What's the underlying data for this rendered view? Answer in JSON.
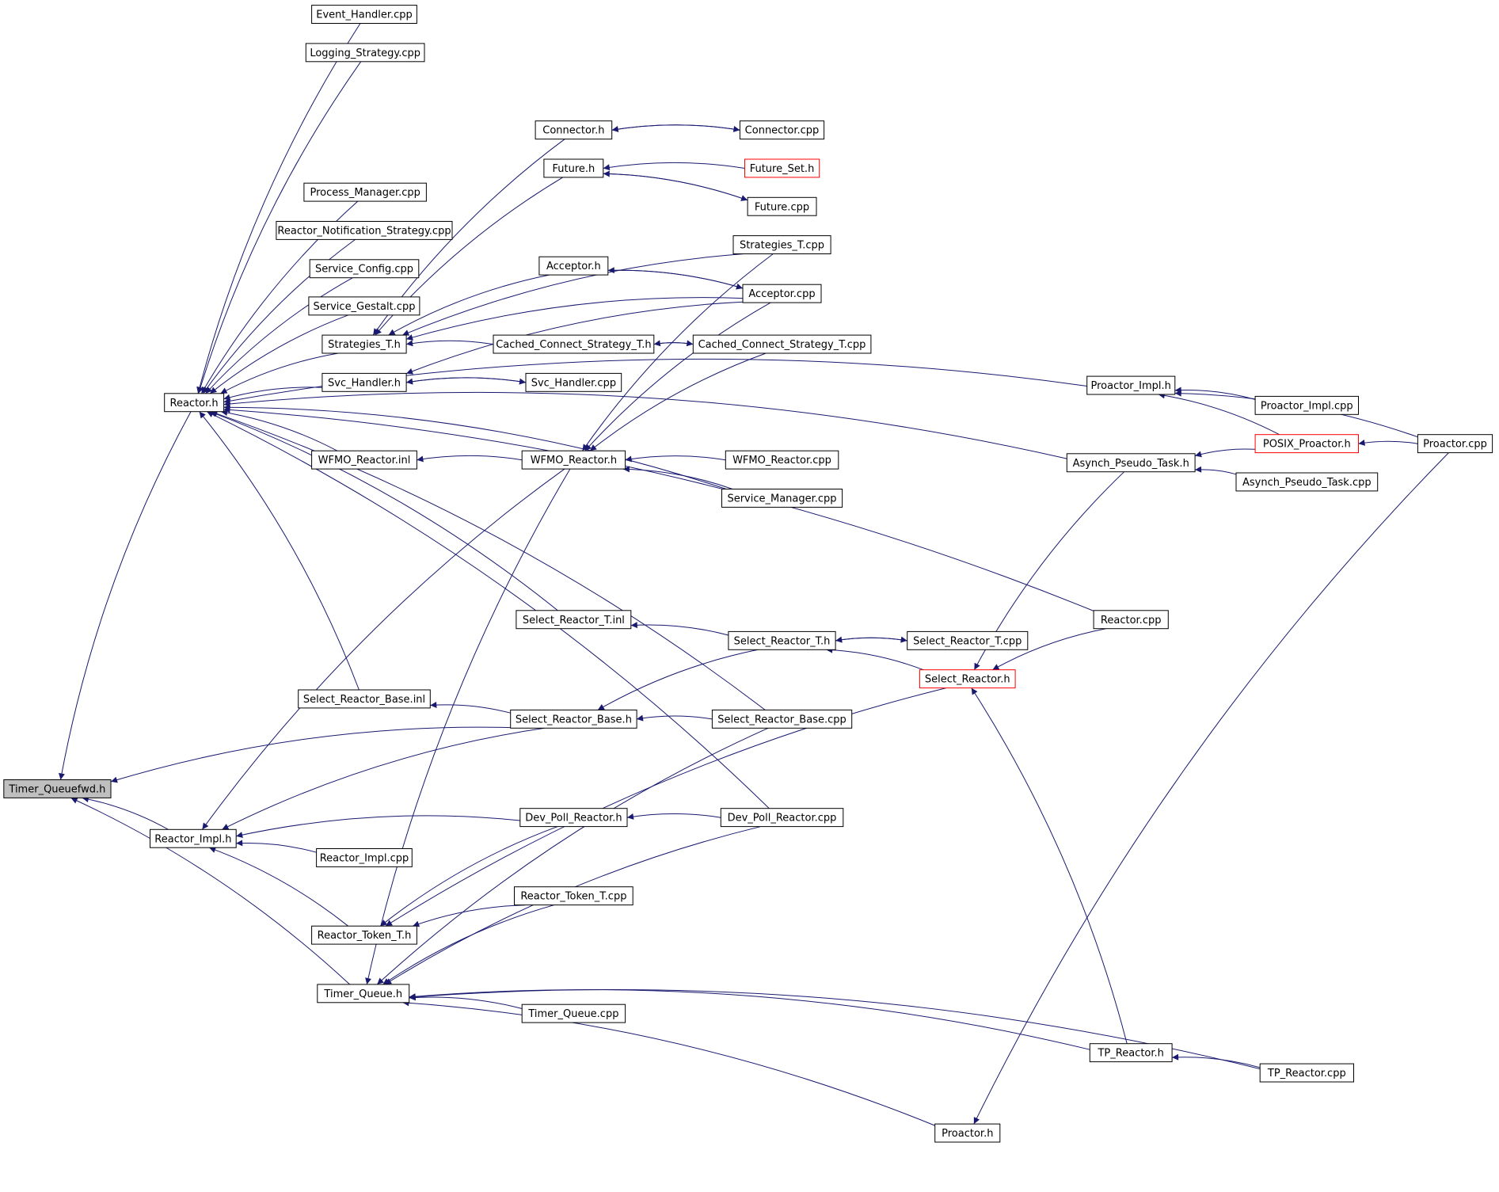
{
  "colors": {
    "edge": "#191970",
    "box": "#000000",
    "box_incomplete": "#ff0000",
    "root_fill": "#bfbfbf"
  },
  "nodes": [
    {
      "id": "timer_queuefwd_h",
      "label": "Timer_Queuefwd.h",
      "style": "root"
    },
    {
      "id": "reactor_h",
      "label": "Reactor.h"
    },
    {
      "id": "reactor_impl_h",
      "label": "Reactor_Impl.h"
    },
    {
      "id": "timer_queue_h",
      "label": "Timer_Queue.h"
    },
    {
      "id": "event_handler_cpp",
      "label": "Event_Handler.cpp"
    },
    {
      "id": "logging_strategy_cpp",
      "label": "Logging_Strategy.cpp"
    },
    {
      "id": "process_manager_cpp",
      "label": "Process_Manager.cpp"
    },
    {
      "id": "reactor_notification_strategy_cpp",
      "label": "Reactor_Notification_Strategy.cpp"
    },
    {
      "id": "service_config_cpp",
      "label": "Service_Config.cpp"
    },
    {
      "id": "service_gestalt_cpp",
      "label": "Service_Gestalt.cpp"
    },
    {
      "id": "strategies_t_h",
      "label": "Strategies_T.h"
    },
    {
      "id": "svc_handler_h",
      "label": "Svc_Handler.h"
    },
    {
      "id": "wfmo_reactor_inl",
      "label": "WFMO_Reactor.inl"
    },
    {
      "id": "select_reactor_base_inl",
      "label": "Select_Reactor_Base.inl"
    },
    {
      "id": "reactor_impl_cpp",
      "label": "Reactor_Impl.cpp"
    },
    {
      "id": "reactor_token_t_h",
      "label": "Reactor_Token_T.h"
    },
    {
      "id": "connector_h",
      "label": "Connector.h"
    },
    {
      "id": "future_h",
      "label": "Future.h"
    },
    {
      "id": "acceptor_h",
      "label": "Acceptor.h"
    },
    {
      "id": "cached_connect_strategy_t_h",
      "label": "Cached_Connect_Strategy_T.h"
    },
    {
      "id": "svc_handler_cpp",
      "label": "Svc_Handler.cpp"
    },
    {
      "id": "wfmo_reactor_h",
      "label": "WFMO_Reactor.h"
    },
    {
      "id": "select_reactor_t_inl",
      "label": "Select_Reactor_T.inl"
    },
    {
      "id": "select_reactor_base_h",
      "label": "Select_Reactor_Base.h"
    },
    {
      "id": "dev_poll_reactor_h",
      "label": "Dev_Poll_Reactor.h"
    },
    {
      "id": "reactor_token_t_cpp",
      "label": "Reactor_Token_T.cpp"
    },
    {
      "id": "timer_queue_cpp",
      "label": "Timer_Queue.cpp"
    },
    {
      "id": "connector_cpp",
      "label": "Connector.cpp"
    },
    {
      "id": "future_set_h",
      "label": "Future_Set.h",
      "style": "red"
    },
    {
      "id": "future_cpp",
      "label": "Future.cpp"
    },
    {
      "id": "strategies_t_cpp",
      "label": "Strategies_T.cpp"
    },
    {
      "id": "acceptor_cpp",
      "label": "Acceptor.cpp"
    },
    {
      "id": "cached_connect_strategy_t_cpp",
      "label": "Cached_Connect_Strategy_T.cpp"
    },
    {
      "id": "wfmo_reactor_cpp",
      "label": "WFMO_Reactor.cpp"
    },
    {
      "id": "service_manager_cpp",
      "label": "Service_Manager.cpp"
    },
    {
      "id": "select_reactor_t_h",
      "label": "Select_Reactor_T.h"
    },
    {
      "id": "select_reactor_base_cpp",
      "label": "Select_Reactor_Base.cpp"
    },
    {
      "id": "dev_poll_reactor_cpp",
      "label": "Dev_Poll_Reactor.cpp"
    },
    {
      "id": "select_reactor_t_cpp",
      "label": "Select_Reactor_T.cpp"
    },
    {
      "id": "select_reactor_h",
      "label": "Select_Reactor.h",
      "style": "red"
    },
    {
      "id": "proactor_impl_h",
      "label": "Proactor_Impl.h"
    },
    {
      "id": "asynch_pseudo_task_h",
      "label": "Asynch_Pseudo_Task.h"
    },
    {
      "id": "reactor_cpp",
      "label": "Reactor.cpp"
    },
    {
      "id": "tp_reactor_h",
      "label": "TP_Reactor.h"
    },
    {
      "id": "proactor_h",
      "label": "Proactor.h"
    },
    {
      "id": "proactor_impl_cpp",
      "label": "Proactor_Impl.cpp"
    },
    {
      "id": "posix_proactor_h",
      "label": "POSIX_Proactor.h",
      "style": "red"
    },
    {
      "id": "asynch_pseudo_task_cpp",
      "label": "Asynch_Pseudo_Task.cpp"
    },
    {
      "id": "tp_reactor_cpp",
      "label": "TP_Reactor.cpp"
    },
    {
      "id": "proactor_cpp",
      "label": "Proactor.cpp"
    }
  ],
  "edges": [
    [
      "reactor_h",
      "timer_queuefwd_h"
    ],
    [
      "reactor_impl_h",
      "timer_queuefwd_h"
    ],
    [
      "timer_queue_h",
      "timer_queuefwd_h"
    ],
    [
      "select_reactor_base_h",
      "timer_queuefwd_h"
    ],
    [
      "event_handler_cpp",
      "reactor_h"
    ],
    [
      "logging_strategy_cpp",
      "reactor_h"
    ],
    [
      "process_manager_cpp",
      "reactor_h"
    ],
    [
      "reactor_notification_strategy_cpp",
      "reactor_h"
    ],
    [
      "service_config_cpp",
      "reactor_h"
    ],
    [
      "service_gestalt_cpp",
      "reactor_h"
    ],
    [
      "strategies_t_h",
      "reactor_h"
    ],
    [
      "svc_handler_h",
      "reactor_h"
    ],
    [
      "wfmo_reactor_inl",
      "reactor_h"
    ],
    [
      "select_reactor_base_inl",
      "reactor_h"
    ],
    [
      "select_reactor_t_inl",
      "reactor_h"
    ],
    [
      "proactor_impl_h",
      "reactor_h"
    ],
    [
      "asynch_pseudo_task_h",
      "reactor_h"
    ],
    [
      "service_manager_cpp",
      "reactor_h"
    ],
    [
      "reactor_cpp",
      "reactor_h"
    ],
    [
      "select_reactor_base_cpp",
      "reactor_h"
    ],
    [
      "dev_poll_reactor_cpp",
      "reactor_h"
    ],
    [
      "connector_h",
      "strategies_t_h"
    ],
    [
      "future_h",
      "strategies_t_h"
    ],
    [
      "strategies_t_cpp",
      "strategies_t_h"
    ],
    [
      "acceptor_h",
      "strategies_t_h"
    ],
    [
      "cached_connect_strategy_t_h",
      "strategies_t_h"
    ],
    [
      "acceptor_cpp",
      "strategies_t_h"
    ],
    [
      "acceptor_cpp",
      "svc_handler_h"
    ],
    [
      "svc_handler_cpp",
      "svc_handler_h"
    ],
    [
      "connector_cpp",
      "connector_h"
    ],
    [
      "connector_h",
      "connector_cpp"
    ],
    [
      "future_set_h",
      "future_h"
    ],
    [
      "future_cpp",
      "future_h"
    ],
    [
      "future_h",
      "future_cpp"
    ],
    [
      "acceptor_cpp",
      "acceptor_h"
    ],
    [
      "acceptor_h",
      "acceptor_cpp"
    ],
    [
      "cached_connect_strategy_t_cpp",
      "cached_connect_strategy_t_h"
    ],
    [
      "cached_connect_strategy_t_h",
      "cached_connect_strategy_t_cpp"
    ],
    [
      "svc_handler_h",
      "svc_handler_cpp"
    ],
    [
      "wfmo_reactor_h",
      "wfmo_reactor_inl"
    ],
    [
      "wfmo_reactor_cpp",
      "wfmo_reactor_h"
    ],
    [
      "service_manager_cpp",
      "wfmo_reactor_h"
    ],
    [
      "strategies_t_cpp",
      "wfmo_reactor_h"
    ],
    [
      "acceptor_cpp",
      "wfmo_reactor_h"
    ],
    [
      "cached_connect_strategy_t_cpp",
      "wfmo_reactor_h"
    ],
    [
      "wfmo_reactor_h",
      "reactor_impl_h"
    ],
    [
      "select_reactor_base_h",
      "reactor_impl_h"
    ],
    [
      "dev_poll_reactor_h",
      "reactor_impl_h"
    ],
    [
      "reactor_impl_cpp",
      "reactor_impl_h"
    ],
    [
      "reactor_token_t_h",
      "reactor_impl_h"
    ],
    [
      "select_reactor_t_h",
      "select_reactor_t_inl"
    ],
    [
      "select_reactor_base_h",
      "select_reactor_base_inl"
    ],
    [
      "select_reactor_base_cpp",
      "select_reactor_base_h"
    ],
    [
      "select_reactor_t_h",
      "select_reactor_base_h"
    ],
    [
      "select_reactor_t_cpp",
      "select_reactor_t_h"
    ],
    [
      "select_reactor_t_h",
      "select_reactor_t_cpp"
    ],
    [
      "select_reactor_h",
      "select_reactor_t_h"
    ],
    [
      "reactor_cpp",
      "select_reactor_h"
    ],
    [
      "asynch_pseudo_task_h",
      "select_reactor_h"
    ],
    [
      "tp_reactor_h",
      "select_reactor_h"
    ],
    [
      "dev_poll_reactor_cpp",
      "dev_poll_reactor_h"
    ],
    [
      "reactor_token_t_cpp",
      "reactor_token_t_h"
    ],
    [
      "dev_poll_reactor_h",
      "reactor_token_t_h"
    ],
    [
      "select_reactor_h",
      "reactor_token_t_h"
    ],
    [
      "wfmo_reactor_h",
      "timer_queue_h"
    ],
    [
      "reactor_token_t_cpp",
      "timer_queue_h"
    ],
    [
      "select_reactor_base_cpp",
      "timer_queue_h"
    ],
    [
      "dev_poll_reactor_cpp",
      "timer_queue_h"
    ],
    [
      "timer_queue_cpp",
      "timer_queue_h"
    ],
    [
      "tp_reactor_h",
      "timer_queue_h"
    ],
    [
      "tp_reactor_cpp",
      "timer_queue_h"
    ],
    [
      "proactor_h",
      "timer_queue_h"
    ],
    [
      "tp_reactor_cpp",
      "tp_reactor_h"
    ],
    [
      "proactor_cpp",
      "proactor_h"
    ],
    [
      "proactor_impl_cpp",
      "proactor_impl_h"
    ],
    [
      "posix_proactor_h",
      "proactor_impl_h"
    ],
    [
      "proactor_cpp",
      "proactor_impl_h"
    ],
    [
      "posix_proactor_h",
      "asynch_pseudo_task_h"
    ],
    [
      "asynch_pseudo_task_cpp",
      "asynch_pseudo_task_h"
    ],
    [
      "proactor_cpp",
      "posix_proactor_h"
    ]
  ]
}
